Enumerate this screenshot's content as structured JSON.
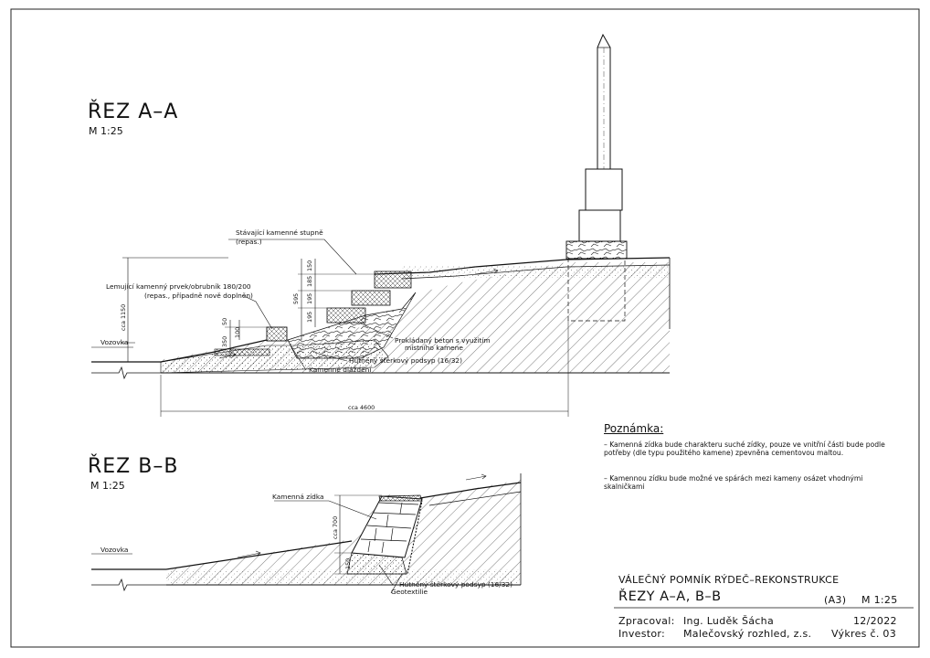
{
  "sections": {
    "aa": {
      "title": "ŘEZ A–A",
      "scale": "M 1:25",
      "labels": {
        "existing_steps": "Stávající kamenné stupně",
        "existing_steps_note": "(repas.)",
        "edge_stone": "Lemující kamenný prvek/obrubník 180/200",
        "edge_stone_note": "(repas., případně nově doplněn)",
        "road": "Vozovka",
        "mass_concrete": "Prokládaný beton s využitím",
        "mass_concrete_2": "místního kamene",
        "gravel_bed": "Hutněný štěrkový podsyp (16/32)",
        "stone_paving": "Kamenné dláždění"
      },
      "dims": {
        "height_total": "cca 1150",
        "length_total": "cca 4600",
        "d150": "150",
        "d185": "185",
        "d195a": "195",
        "d195b": "195",
        "d595": "595",
        "d50": "50",
        "d100": "100",
        "d350": "350"
      }
    },
    "bb": {
      "title": "ŘEZ B–B",
      "scale": "M 1:25",
      "labels": {
        "stone_wall": "Kamenná zídka",
        "road": "Vozovka",
        "gravel_bed": "Hutněný štěrkový podsyp (16/32)",
        "geotextile": "Geotextilie"
      },
      "dims": {
        "height": "cca 700",
        "base": "150"
      }
    }
  },
  "note": {
    "title": "Poznámka:",
    "items": [
      "– Kamenná zídka bude charakteru suché zídky, pouze ve vnitřní části bude podle potřeby (dle typu použitého kamene) zpevněna cementovou maltou.",
      "– Kamennou zídku bude možné ve spárách mezi kameny osázet vhodnými skalničkami"
    ]
  },
  "title_block": {
    "project": "VÁLEČNÝ POMNÍK RÝDEČ–REKONSTRUKCE",
    "drawing": "ŘEZY A–A, B–B",
    "format": "(A3)",
    "scale": "M 1:25",
    "drawn_by_label": "Zpracoval:",
    "drawn_by": "Ing. Luděk Šácha",
    "date": "12/2022",
    "investor_label": "Investor:",
    "investor": "Malečovský rozhled, z.s.",
    "sheet": "Výkres č. 03"
  }
}
